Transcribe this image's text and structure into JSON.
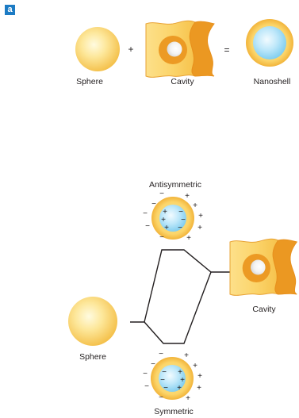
{
  "panel_label": "a",
  "top_row": {
    "sphere_label": "Sphere",
    "cavity_label": "Cavity",
    "nanoshell_label": "Nanoshell",
    "plus_sign": "+",
    "equals_sign": "="
  },
  "hybridization": {
    "antisymmetric_label": "Antisymmetric",
    "symmetric_label": "Symmetric",
    "sphere_label": "Sphere",
    "cavity_label": "Cavity",
    "antisymmetric_charges": {
      "outer_left": [
        "−",
        "−",
        "−"
      ],
      "outer_right": [
        "+",
        "+",
        "+"
      ],
      "outer_top": [
        "−",
        "+"
      ],
      "outer_bottom": [
        "−",
        "+"
      ],
      "inner_left": [
        "+",
        "+",
        "+"
      ],
      "inner_right": [
        "−",
        "−",
        "−"
      ]
    },
    "symmetric_charges": {
      "outer_left": [
        "−",
        "−",
        "−"
      ],
      "outer_right": [
        "+",
        "+",
        "+"
      ],
      "outer_top": [
        "−",
        "+"
      ],
      "outer_bottom": [
        "−",
        "+"
      ],
      "inner_left": [
        "−",
        "−",
        "−"
      ],
      "inner_right": [
        "+",
        "+",
        "+"
      ]
    }
  },
  "colors": {
    "gold_light": "#fff7c4",
    "gold_mid": "#fbd86a",
    "gold_dark": "#f2b43a",
    "orange": "#e8901c",
    "blue_light": "#eaf8ff",
    "blue_mid": "#8dd4f2",
    "line": "#231f20",
    "badge": "#1c7bc4"
  }
}
